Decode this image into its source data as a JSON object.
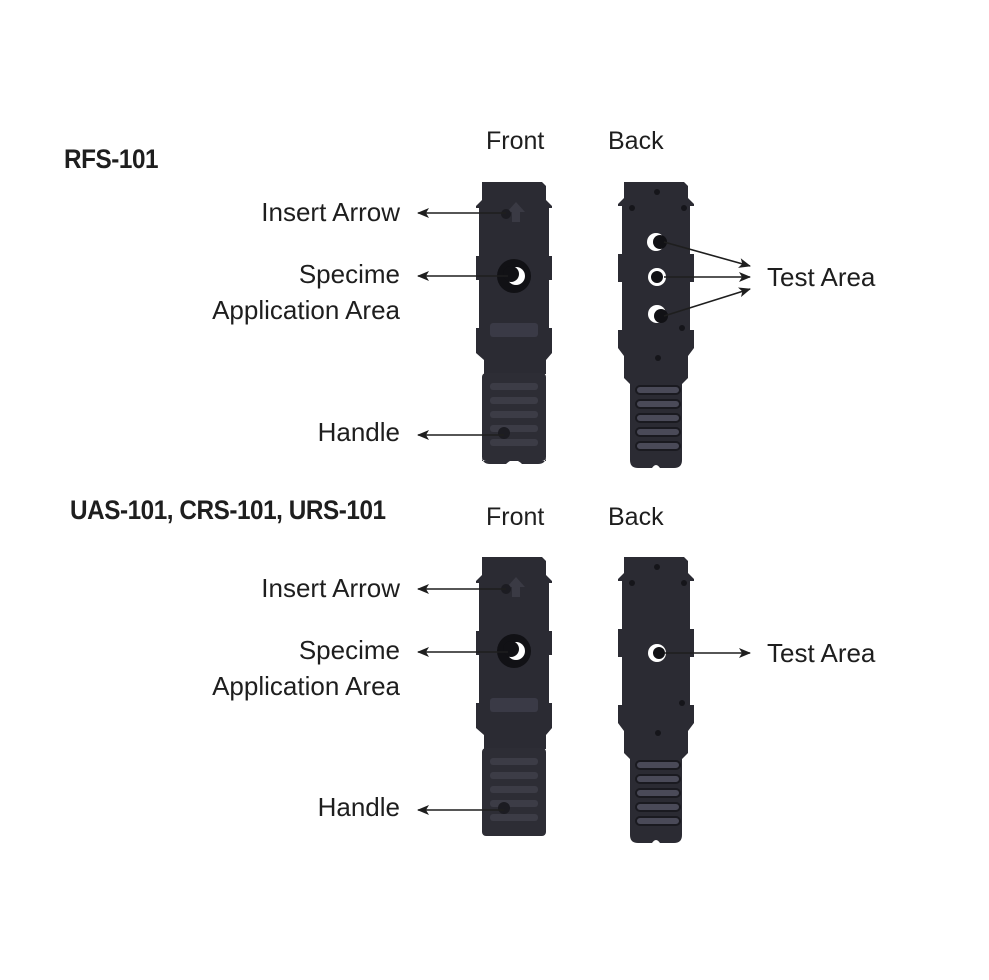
{
  "sections": [
    {
      "model_title": "RFS-101",
      "views": {
        "front": "Front",
        "back": "Back"
      },
      "front_labels": {
        "insert_arrow": "Insert Arrow",
        "specimen_line1": "Specime",
        "specimen_line2": "Application Area",
        "handle": "Handle"
      },
      "back_labels": {
        "test_area": "Test Area"
      },
      "test_area_count": 3
    },
    {
      "model_title": "UAS-101, CRS-101, URS-101",
      "views": {
        "front": "Front",
        "back": "Back"
      },
      "front_labels": {
        "insert_arrow": "Insert Arrow",
        "specimen_line1": "Specime",
        "specimen_line2": "Application Area",
        "handle": "Handle"
      },
      "back_labels": {
        "test_area": "Test Area"
      },
      "test_area_count": 1
    }
  ],
  "colors": {
    "device_body": "#2b2b33",
    "device_edge": "#1a1a20",
    "text": "#1e1e1e",
    "background": "#ffffff"
  }
}
